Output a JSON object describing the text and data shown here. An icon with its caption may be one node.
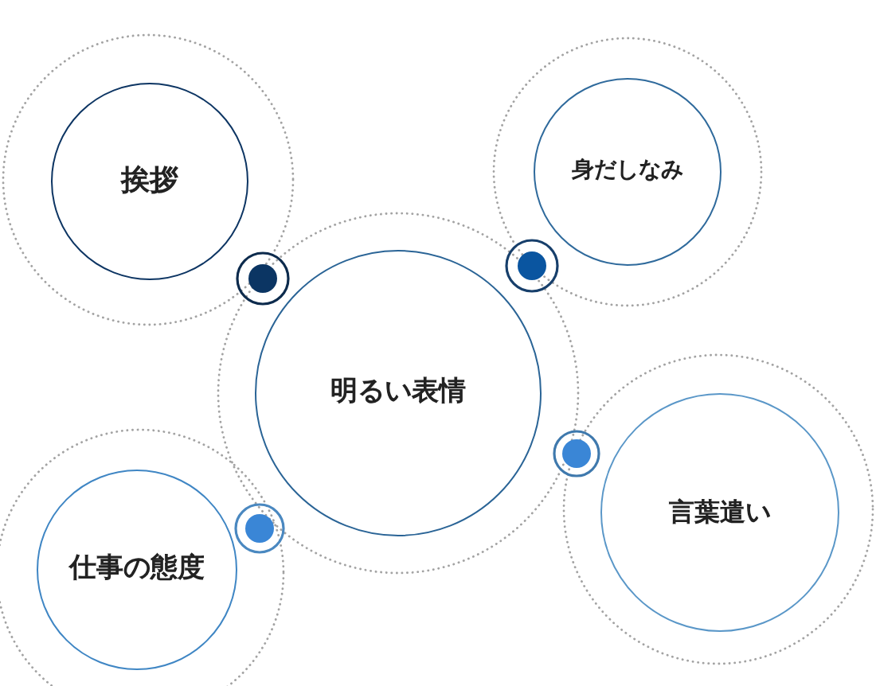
{
  "diagram": {
    "nodes": [
      {
        "text": [
          "挨拶"
        ]
      },
      {
        "text": [
          "身だしなみ"
        ]
      },
      {
        "text": [
          "明るい表情"
        ]
      },
      {
        "text": [
          "言葉遣い"
        ]
      },
      {
        "text": [
          "仕事の態度"
        ]
      }
    ]
  }
}
